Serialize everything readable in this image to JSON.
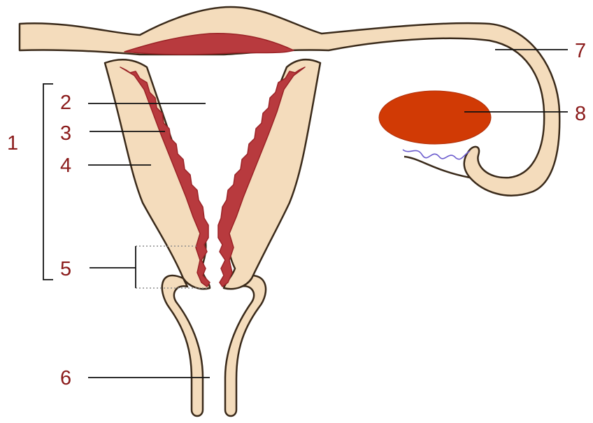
{
  "labels": [
    {
      "key": "body",
      "text": "1"
    },
    {
      "key": "cavity",
      "text": "2"
    },
    {
      "key": "endometrium",
      "text": "3"
    },
    {
      "key": "myometrium",
      "text": "4"
    },
    {
      "key": "cervix",
      "text": "5"
    },
    {
      "key": "vagina",
      "text": "6"
    },
    {
      "key": "tube",
      "text": "7"
    },
    {
      "key": "ovary",
      "text": "8"
    }
  ],
  "colors": {
    "tissue": "#f4dcbc",
    "outline": "#3a2a1a",
    "endometrium": "#b83a3e",
    "ovary": "#d13a05",
    "fimbriae": "#6a5acd",
    "label": "#8a1a1a"
  }
}
